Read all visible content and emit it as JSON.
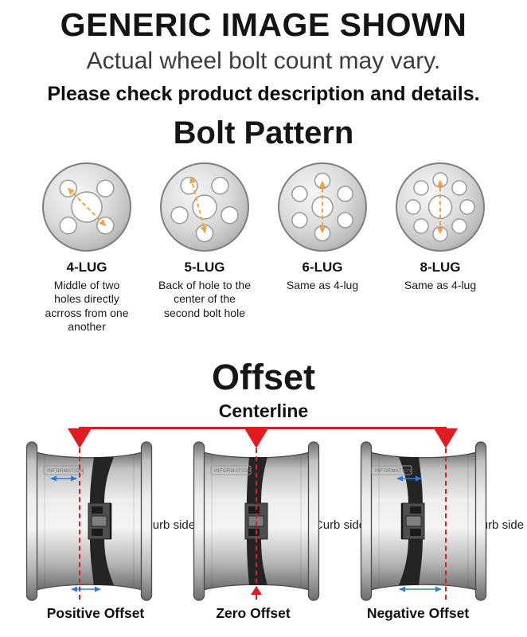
{
  "header": {
    "title": "GENERIC IMAGE SHOWN",
    "subtitle": "Actual wheel bolt count may vary.",
    "note": "Please check product description and details."
  },
  "bolt_pattern": {
    "title": "Bolt Pattern",
    "items": [
      {
        "label": "4-LUG",
        "lugs": 4,
        "description": "Middle of two holes directly acrross from one another"
      },
      {
        "label": "5-LUG",
        "lugs": 5,
        "description": "Back of hole to the center of the second bolt hole"
      },
      {
        "label": "6-LUG",
        "lugs": 6,
        "description": "Same as 4-lug"
      },
      {
        "label": "8-LUG",
        "lugs": 8,
        "description": "Same as 4-lug"
      }
    ]
  },
  "offset": {
    "title": "Offset",
    "centerline_label": "Centerline",
    "curb_side": "Curb side",
    "wheel_stamp": "INFORMATION",
    "items": [
      {
        "label": "Positive Offset"
      },
      {
        "label": "Zero Offset"
      },
      {
        "label": "Negative Offset"
      }
    ]
  },
  "colors": {
    "centerline_red": "#e01b22",
    "measure_blue": "#2d7dd2",
    "dashed_orange": "#f0a33f"
  }
}
